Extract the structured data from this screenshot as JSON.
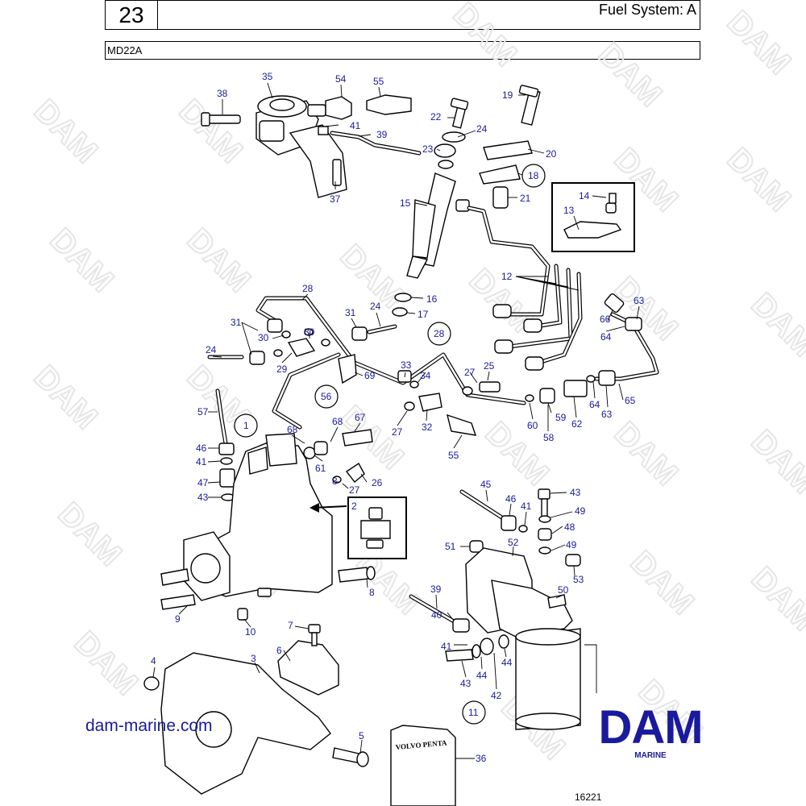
{
  "header": {
    "page_number": "23",
    "title": "Fuel System: A",
    "model": "MD22A"
  },
  "watermark": "DAM",
  "website": "dam-marine.com",
  "logo": {
    "main": "DAM",
    "sub": "MARINE",
    "color": "#1a1a9c"
  },
  "drawing_number": "16221",
  "manual_label": "VOLVO PENTA",
  "callouts": [
    {
      "text": "35"
    },
    {
      "text": "54"
    },
    {
      "text": "55"
    },
    {
      "text": "38"
    },
    {
      "text": "41"
    },
    {
      "text": "39"
    },
    {
      "text": "37"
    },
    {
      "text": "19"
    },
    {
      "text": "22"
    },
    {
      "text": "24"
    },
    {
      "text": "23"
    },
    {
      "text": "20"
    },
    {
      "text": "18"
    },
    {
      "text": "21"
    },
    {
      "text": "15"
    },
    {
      "text": "14"
    },
    {
      "text": "13"
    },
    {
      "text": "12"
    },
    {
      "text": "16"
    },
    {
      "text": "17"
    },
    {
      "text": "28"
    },
    {
      "text": "31"
    },
    {
      "text": "24"
    },
    {
      "text": "66"
    },
    {
      "text": "63"
    },
    {
      "text": "64"
    },
    {
      "text": "31"
    },
    {
      "text": "30"
    },
    {
      "text": "30"
    },
    {
      "text": "28"
    },
    {
      "text": "24"
    },
    {
      "text": "29"
    },
    {
      "text": "69"
    },
    {
      "text": "33"
    },
    {
      "text": "34"
    },
    {
      "text": "27"
    },
    {
      "text": "25"
    },
    {
      "text": "56"
    },
    {
      "text": "57"
    },
    {
      "text": "1"
    },
    {
      "text": "68"
    },
    {
      "text": "68"
    },
    {
      "text": "67"
    },
    {
      "text": "27"
    },
    {
      "text": "32"
    },
    {
      "text": "60"
    },
    {
      "text": "59"
    },
    {
      "text": "62"
    },
    {
      "text": "64"
    },
    {
      "text": "65"
    },
    {
      "text": "58"
    },
    {
      "text": "63"
    },
    {
      "text": "55"
    },
    {
      "text": "46"
    },
    {
      "text": "41"
    },
    {
      "text": "61"
    },
    {
      "text": "47"
    },
    {
      "text": "8"
    },
    {
      "text": "27"
    },
    {
      "text": "26"
    },
    {
      "text": "43"
    },
    {
      "text": "2"
    },
    {
      "text": "45"
    },
    {
      "text": "46"
    },
    {
      "text": "41"
    },
    {
      "text": "43"
    },
    {
      "text": "49"
    },
    {
      "text": "48"
    },
    {
      "text": "51"
    },
    {
      "text": "52"
    },
    {
      "text": "49"
    },
    {
      "text": "53"
    },
    {
      "text": "8"
    },
    {
      "text": "39"
    },
    {
      "text": "50"
    },
    {
      "text": "9"
    },
    {
      "text": "10"
    },
    {
      "text": "7"
    },
    {
      "text": "40"
    },
    {
      "text": "41"
    },
    {
      "text": "44"
    },
    {
      "text": "44"
    },
    {
      "text": "43"
    },
    {
      "text": "42"
    },
    {
      "text": "6"
    },
    {
      "text": "4"
    },
    {
      "text": "3"
    },
    {
      "text": "11"
    },
    {
      "text": "5"
    },
    {
      "text": "36"
    }
  ]
}
